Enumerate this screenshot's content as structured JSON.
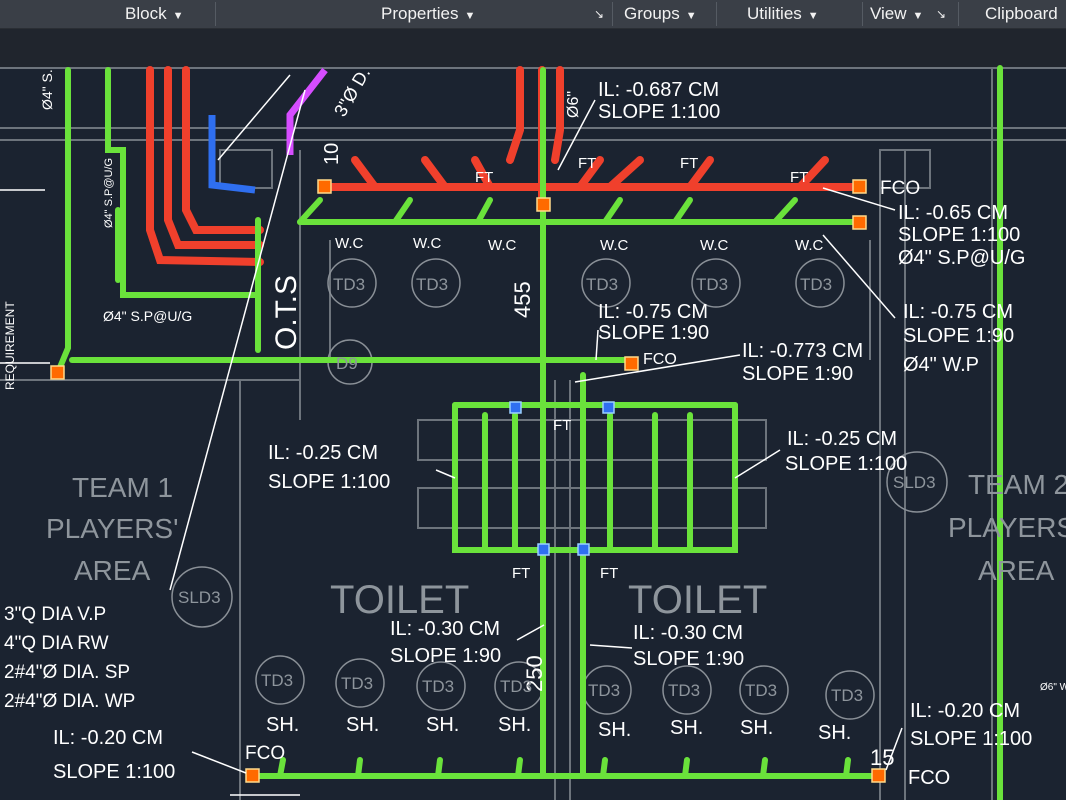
{
  "ribbon": {
    "block": "Block",
    "properties": "Properties",
    "groups": "Groups",
    "utilities": "Utilities",
    "view": "View",
    "clipboard": "Clipboard"
  },
  "annotations": {
    "il_687": "IL: -0.687 CM",
    "slope_100_top": "SLOPE 1:100",
    "il_65": "IL: -0.65 CM",
    "slope_100_right": "SLOPE 1:100",
    "sp_ug_right": "Ø4\" S.P@U/G",
    "il_75_mid": "IL: -0.75 CM",
    "slope_90_mid": "SLOPE 1:90",
    "il_75_right": "IL: -0.75 CM",
    "slope_90_right": "SLOPE 1:90",
    "wp_right": "Ø4\" W.P",
    "il_773": "IL: -0.773 CM",
    "slope_90_773": "SLOPE 1:90",
    "il_25_left": "IL: -0.25 CM",
    "slope_100_left_mid": "SLOPE 1:100",
    "il_25_right": "IL: -0.25 CM",
    "slope_100_right_mid": "SLOPE 1:100",
    "il_30_left": "IL: -0.30 CM",
    "slope_90_left_low": "SLOPE 1:90",
    "il_30_right": "IL: -0.30 CM",
    "slope_90_right_low": "SLOPE 1:90",
    "il_20_left": "IL: -0.20 CM",
    "slope_100_bottom_left": "SLOPE 1:100",
    "il_20_right": "IL: -0.20 CM",
    "slope_100_bottom_right": "SLOPE 1:100",
    "legend_vp": "3\"Q DIA V.P",
    "legend_rw": "4\"Q DIA RW",
    "legend_sp": "2#4\"Ø DIA. SP",
    "legend_wp": "2#4\"Ø DIA. WP",
    "sp_ug_left": "Ø4\" S.P@U/G",
    "sp_ug_vertical": "Ø4\" S.P@U/G",
    "d4s": "Ø4\" S.",
    "d3_top": "3\"Ø D.",
    "d6_top": "Ø6\"",
    "d6_right": "Ø6\" W",
    "requirement": "REQUIREMENT",
    "fco": "FCO",
    "ft": "FT",
    "wc": "W.C",
    "ots": "O.T.S",
    "dim_455": "455",
    "dim_250": "250",
    "dim_10": "10",
    "dim_15": "15"
  },
  "rooms": {
    "team1": [
      "TEAM 1",
      "PLAYERS'",
      "AREA"
    ],
    "team2": [
      "TEAM 2",
      "PLAYERS'",
      "AREA"
    ],
    "toilet": "TOILET",
    "sh": "SH.",
    "td3": "TD3",
    "sld3": "SLD3",
    "d9": "D9"
  },
  "colors": {
    "background": "#1b2330",
    "green_pipe": "#6ae23b",
    "red_pipe": "#f0402c",
    "blue_pipe": "#2f6ff0",
    "magenta_pipe": "#d64dff",
    "annotation": "#ffffff",
    "room_text": "#8e959c"
  }
}
